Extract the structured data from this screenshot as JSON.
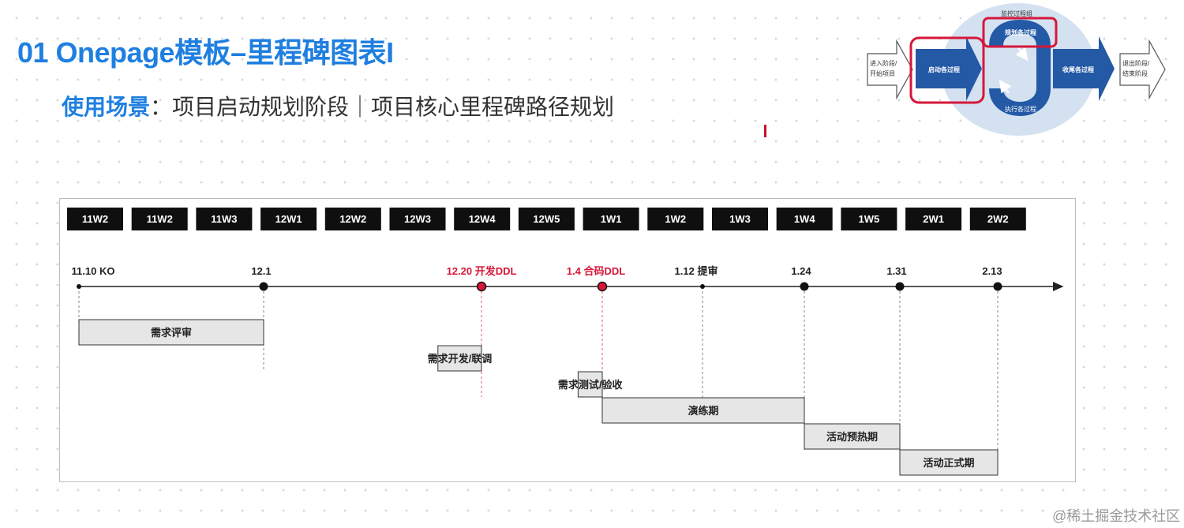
{
  "header": {
    "title": "01 Onepage模板–里程碑图表I",
    "usage_label": "使用场景",
    "usage_sep": "：",
    "usage_text": "项目启动规划阶段｜项目核心里程碑路径规划"
  },
  "process_diagram": {
    "monitor_group": "监控过程组",
    "enter": [
      "进入阶段/",
      "开始项目"
    ],
    "start": "启动各过程",
    "plan": "规划各过程",
    "execute": "执行各过程",
    "close": "收尾各过程",
    "exit": [
      "退出阶段/",
      "结束阶段"
    ]
  },
  "weeks": [
    "11W2",
    "11W2",
    "11W3",
    "12W1",
    "12W2",
    "12W3",
    "12W4",
    "12W5",
    "1W1",
    "1W2",
    "1W3",
    "1W4",
    "1W5",
    "2W1",
    "2W2"
  ],
  "milestones": [
    {
      "label": "11.10 KO",
      "emphasis": false
    },
    {
      "label": "12.1",
      "emphasis": false
    },
    {
      "label": "12.20 开发DDL",
      "emphasis": true
    },
    {
      "label": "1.4 合码DDL",
      "emphasis": true
    },
    {
      "label": "1.12 提审",
      "emphasis": false
    },
    {
      "label": "1.24",
      "emphasis": false
    },
    {
      "label": "1.31",
      "emphasis": false
    },
    {
      "label": "2.13",
      "emphasis": false
    }
  ],
  "phases": [
    {
      "label": "需求评审",
      "start": 0,
      "end": 1
    },
    {
      "label": "需求开发/联调",
      "start": 1.8,
      "end": 2
    },
    {
      "label": "需求测试/验收",
      "start": 2.8,
      "end": 3
    },
    {
      "label": "演练期",
      "start": 3,
      "end": 5
    },
    {
      "label": "活动预热期",
      "start": 5,
      "end": 6
    },
    {
      "label": "活动正式期",
      "start": 6,
      "end": 7
    }
  ],
  "watermark": "@稀土掘金技术社区",
  "colors": {
    "title_blue": "#1f7fe0",
    "accent_red": "#d6173a",
    "week_box": "#0f0f0f",
    "phase_fill": "#e6e6e6",
    "diagram_blue": "#2459a6",
    "diagram_bg": "#d4e1f1"
  }
}
